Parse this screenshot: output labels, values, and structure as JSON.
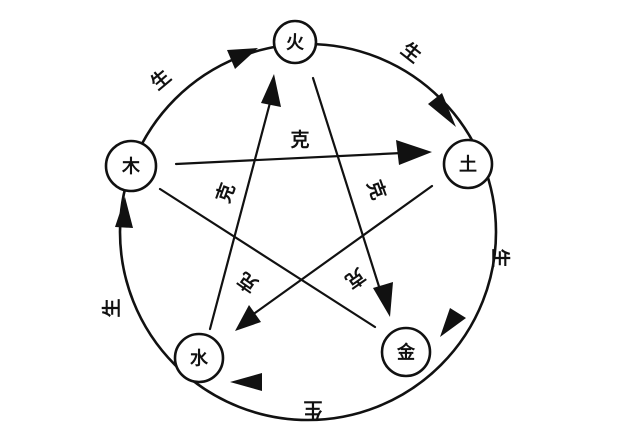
{
  "nodes": {
    "fire": "火",
    "earth": "土",
    "metal": "金",
    "water": "水",
    "wood": "木"
  },
  "generating": {
    "fire_earth": "生",
    "earth_metal": "生",
    "metal_water": "生",
    "water_wood": "生",
    "wood_fire": "生"
  },
  "overcoming": {
    "wood_earth": "克",
    "fire_metal": "克",
    "earth_water": "克",
    "metal_wood": "克",
    "water_fire": "克"
  }
}
